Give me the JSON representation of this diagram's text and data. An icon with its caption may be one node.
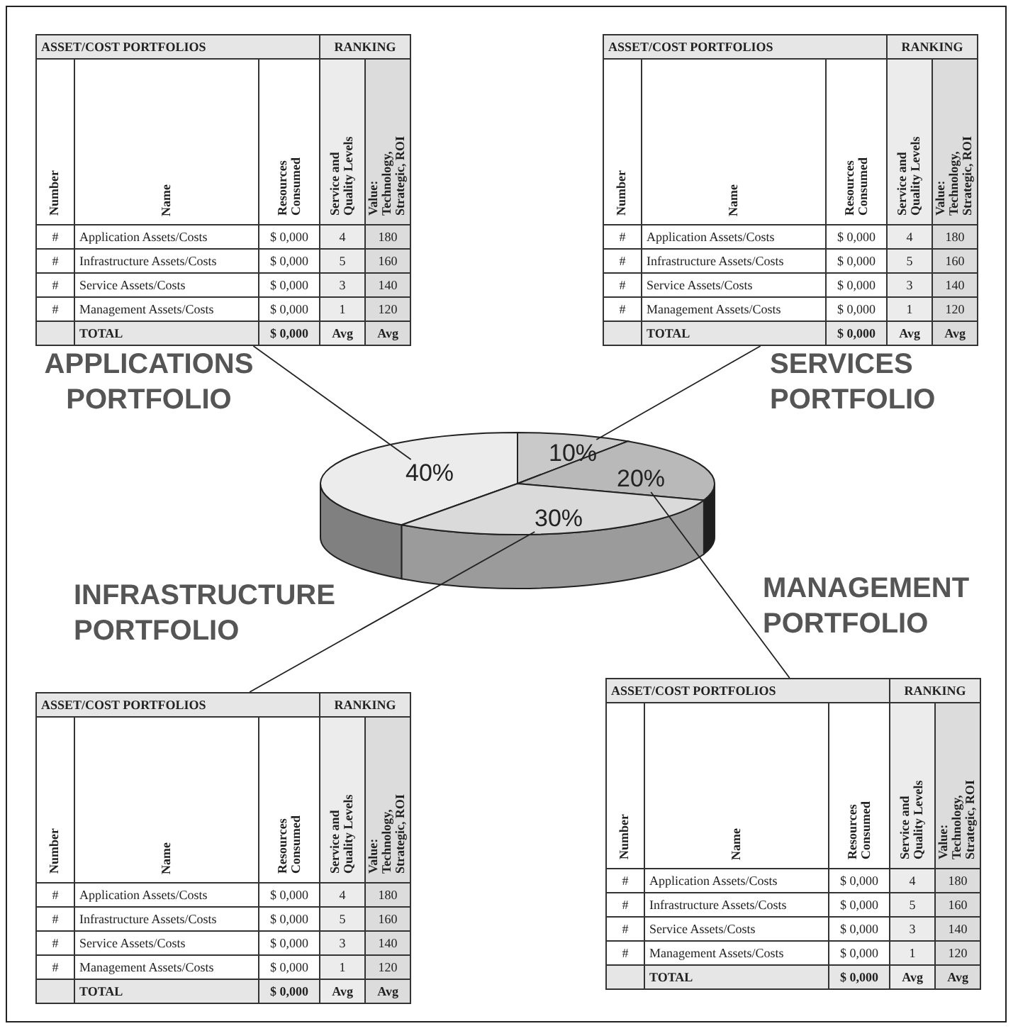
{
  "diagram": {
    "nodes": [
      {
        "text": [
          "ASSET/COST PORTFOLIOS",
          "RANKING",
          "Number",
          "Name",
          "Resources Consumed",
          "Service and Quality Levels",
          "Value: Technology, Strategic, ROI",
          "#",
          "Application Assets/Costs",
          "$ 0,000",
          "4",
          "180",
          "#",
          "Infrastructure Assets/Costs",
          "$ 0,000",
          "5",
          "160",
          "#",
          "Service Assets/Costs",
          "$ 0,000",
          "3",
          "140",
          "#",
          "Management Assets/Costs",
          "$ 0,000",
          "1",
          "120",
          "TOTAL",
          "$ 0,000",
          "Avg",
          "Avg"
        ]
      },
      {
        "text": [
          "ASSET/COST PORTFOLIOS",
          "RANKING",
          "Number",
          "Name",
          "Resources Consumed",
          "Service and Quality Levels",
          "Value: Technology, Strategic, ROI",
          "#",
          "Application Assets/Costs",
          "$ 0,000",
          "4",
          "180",
          "#",
          "Infrastructure Assets/Costs",
          "$ 0,000",
          "5",
          "160",
          "#",
          "Service Assets/Costs",
          "$ 0,000",
          "3",
          "140",
          "#",
          "Management Assets/Costs",
          "$ 0,000",
          "1",
          "120",
          "TOTAL",
          "$ 0,000",
          "Avg",
          "Avg"
        ]
      },
      {
        "text": [
          "10%"
        ]
      },
      {
        "text": [
          "40%"
        ]
      },
      {
        "text": [
          "20%"
        ]
      },
      {
        "text": [
          "30%"
        ]
      },
      {
        "text": [
          "ASSET/COST PORTFOLIOS",
          "RANKING",
          "Number",
          "Name",
          "Resources Consumed",
          "Service and Quality Levels",
          "Value: Technology, Strategic, ROI",
          "#",
          "Application Assets/Costs",
          "$ 0,000",
          "4",
          "180",
          "#",
          "Infrastructure Assets/Costs",
          "$ 0,000",
          "5",
          "160",
          "#",
          "Service Assets/Costs",
          "$ 0,000",
          "3",
          "140",
          "#",
          "Management Assets/Costs",
          "$ 0,000",
          "1",
          "120",
          "TOTAL",
          "$ 0,000",
          "Avg",
          "Avg"
        ]
      },
      {
        "text": [
          "ASSET/COST PORTFOLIOS",
          "RANKING",
          "Number",
          "Name",
          "Resources Consumed",
          "Service and Quality Levels",
          "Value: Technology, Strategic, ROI",
          "#",
          "Application Assets/Costs",
          "$ 0,000",
          "4",
          "180",
          "#",
          "Infrastructure Assets/Costs",
          "$ 0,000",
          "5",
          "160",
          "#",
          "Service Assets/Costs",
          "$ 0,000",
          "3",
          "140",
          "#",
          "Management Assets/Costs",
          "$ 0,000",
          "1",
          "120",
          "TOTAL",
          "$ 0,000",
          "Avg",
          "Avg"
        ]
      }
    ],
    "edges": [
      {
        "from": 0,
        "to": 3,
        "arrow": "none"
      },
      {
        "from": 1,
        "to": 2,
        "arrow": "none"
      },
      {
        "from": 6,
        "to": 5,
        "arrow": "none"
      },
      {
        "from": 7,
        "to": 4,
        "arrow": "none"
      }
    ],
    "labels": [
      "APPLICATIONS PORTFOLIO",
      "SERVICES PORTFOLIO",
      "INFRASTRUCTURE PORTFOLIO",
      "MANAGEMENT PORTFOLIO"
    ]
  }
}
